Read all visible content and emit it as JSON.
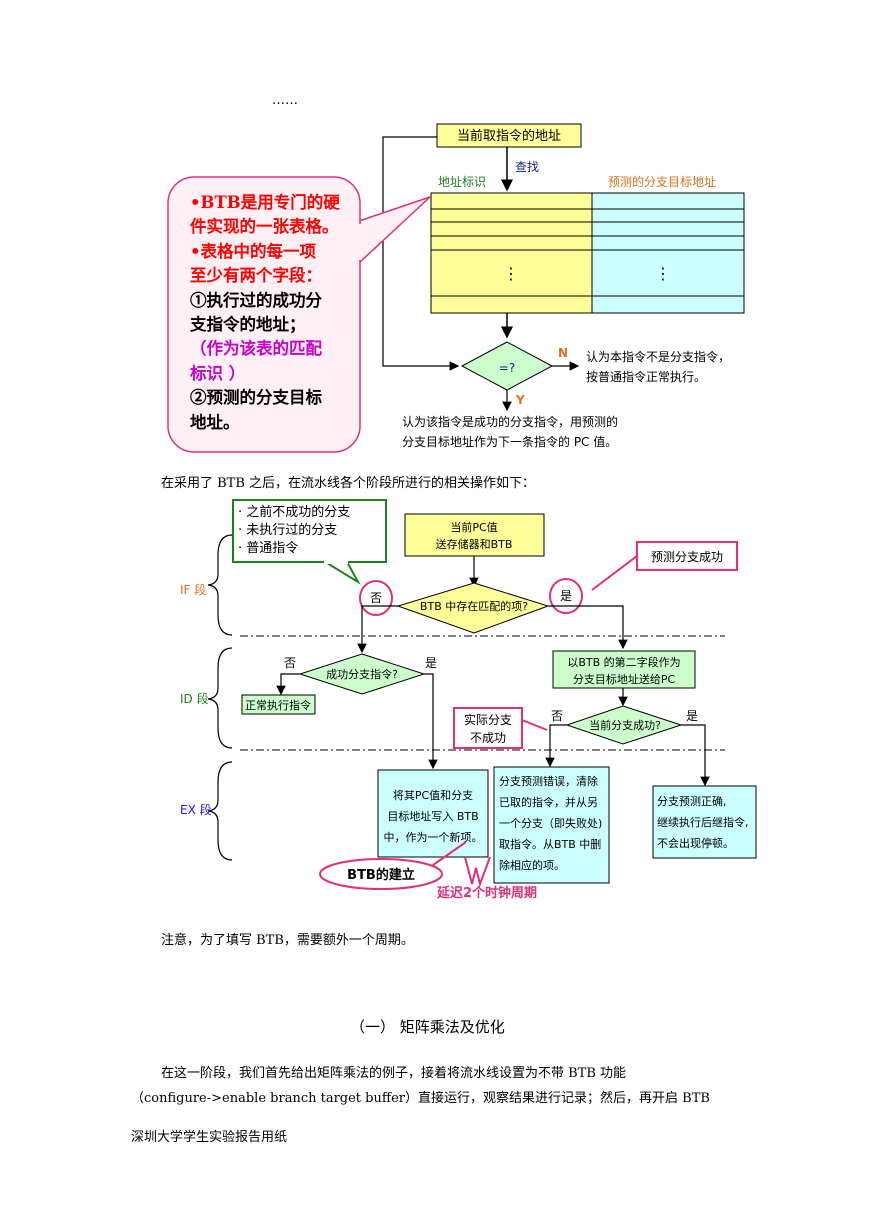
{
  "figure1": {
    "top_fragment": "……",
    "current_fetch_address": "当前取指令的地址",
    "lookup": "查找",
    "col_tag": "地址标识",
    "col_target": "预测的分支目标地址",
    "dots": "⋮",
    "compare": "=?",
    "branch_n": "N",
    "branch_y": "Y",
    "no_branch_l1": "认为本指令不是分支指令，",
    "no_branch_l2": "按普通指令正常执行。",
    "hit_l1": "认为该指令是成功的分支指令，用预测的",
    "hit_l2": "分支目标地址作为下一条指令的 PC 值。",
    "callout": {
      "l1": "•BTB是用专门的硬",
      "l2": "件实现的一张表格。",
      "l3": "•表格中的每一项",
      "l4": "至少有两个字段：",
      "l5": "①执行过的成功分",
      "l6": "支指令的地址；",
      "l7": "（作为该表的匹配",
      "l8": "标识 ）",
      "l9": "②预测的分支目标",
      "l10": "地址。"
    }
  },
  "para1": "在采用了 BTB 之后，在流水线各个阶段所进行的相关操作如下：",
  "figure2": {
    "callout_l1": "· 之前不成功的分支",
    "callout_l2": "· 未执行过的分支",
    "callout_l3": "· 普通指令",
    "pc_l1": "当前PC值",
    "pc_l2": "送存储器和BTB",
    "predict_success": "预测分支成功",
    "no1": "否",
    "yes1": "是",
    "in_btb": "BTB 中存在匹配的项?",
    "stage_if": "IF 段",
    "stage_id": "ID 段",
    "stage_ex": "EX 段",
    "no2": "否",
    "yes2": "是",
    "branch_taken_q": "成功分支指令?",
    "send_l1": "以BTB 的第二字段作为",
    "send_l2": "分支目标地址送给PC",
    "normal_exec": "正常执行指令",
    "actual_l1": "实际分支",
    "actual_l2": "不成功",
    "no3": "否",
    "yes3": "是",
    "cur_success_q": "当前分支成功?",
    "write_btb": [
      "将其PC值和分支",
      "目标地址写入 BTB",
      "中，作为一个新项。"
    ],
    "mispredict": [
      "分支预测错误，清除",
      "已取的指令，并从另",
      "一个分支（即失败处)",
      "取指令。从BTB 中删",
      "除相应的项。"
    ],
    "correct": [
      "分支预测正确,",
      "继续执行后继指令,",
      "不会出现停顿。"
    ],
    "btb_build": "BTB的建立",
    "delay": "延迟2个时钟周期"
  },
  "para2": "注意，为了填写 BTB，需要额外一个周期。",
  "section_title": "（一）  矩阵乘法及优化",
  "para3_l1": "在这一阶段，我们首先给出矩阵乘法的例子，接着将流水线设置为不带 BTB 功能",
  "para3_l2": "（configure->enable branch target buffer）直接运行，观察结果进行记录；然后，再开启 BTB",
  "footer": "深圳大学学生实验报告用纸",
  "colors": {
    "table_tag": "#ffff99",
    "table_target": "#ccffff",
    "diamond": "#ccffcc",
    "box_yellow": "#ffff99",
    "box_green": "#ccffcc",
    "magenta": "#e0307a",
    "callout_fill": "#fff0f5",
    "orange": "#e07020",
    "green_text": "#208020",
    "red_text": "#ff0000"
  }
}
